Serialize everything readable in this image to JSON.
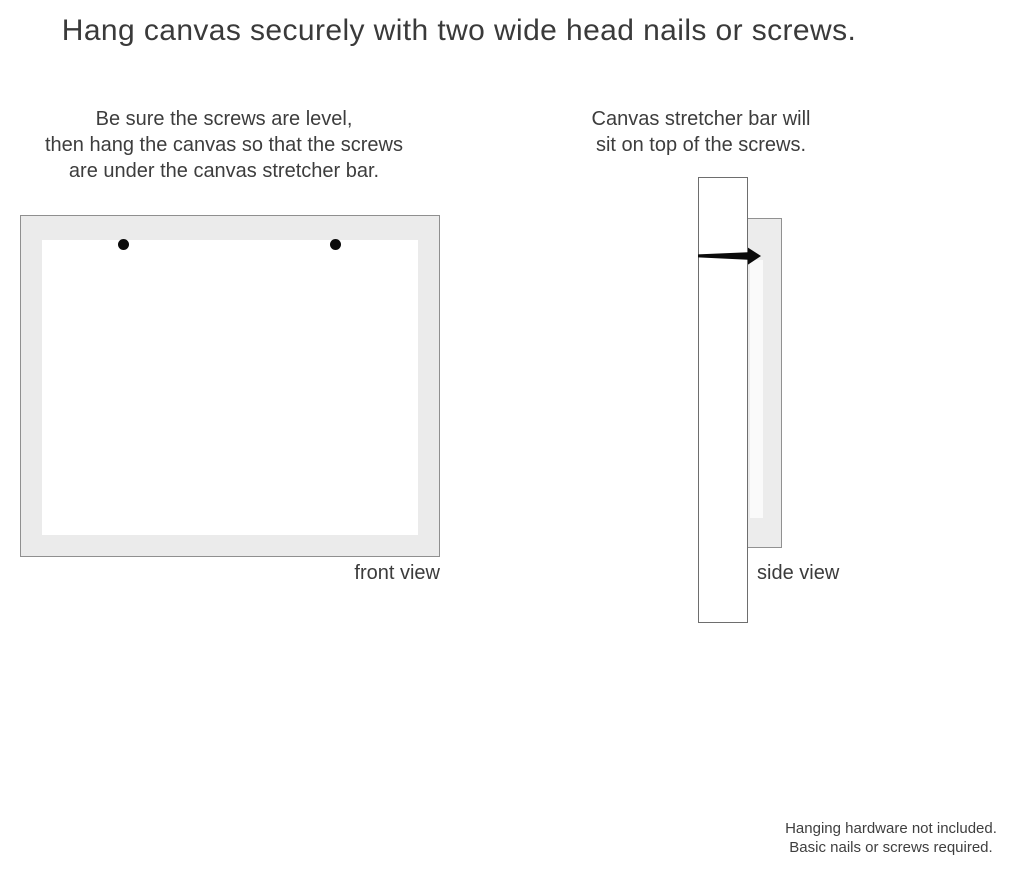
{
  "title": "Hang canvas securely with two wide head nails or screws.",
  "instructions": {
    "front": {
      "lines": [
        "Be sure the screws are level,",
        "then hang the canvas so that the screws",
        "are under the canvas stretcher bar."
      ]
    },
    "side": {
      "lines": [
        "Canvas stretcher bar will",
        "sit on top of the screws."
      ]
    }
  },
  "diagrams": {
    "front_view": {
      "label": "front view"
    },
    "side_view": {
      "label": "side view"
    }
  },
  "footer": {
    "lines": [
      "Hanging hardware not included.",
      "Basic nails or screws required."
    ]
  },
  "colors": {
    "background": "#ffffff",
    "canvas_frame_fill": "#ececec",
    "frame_border": "#8f8f8f",
    "text": "#3d3d3d",
    "nail": "#0b0b0b"
  }
}
